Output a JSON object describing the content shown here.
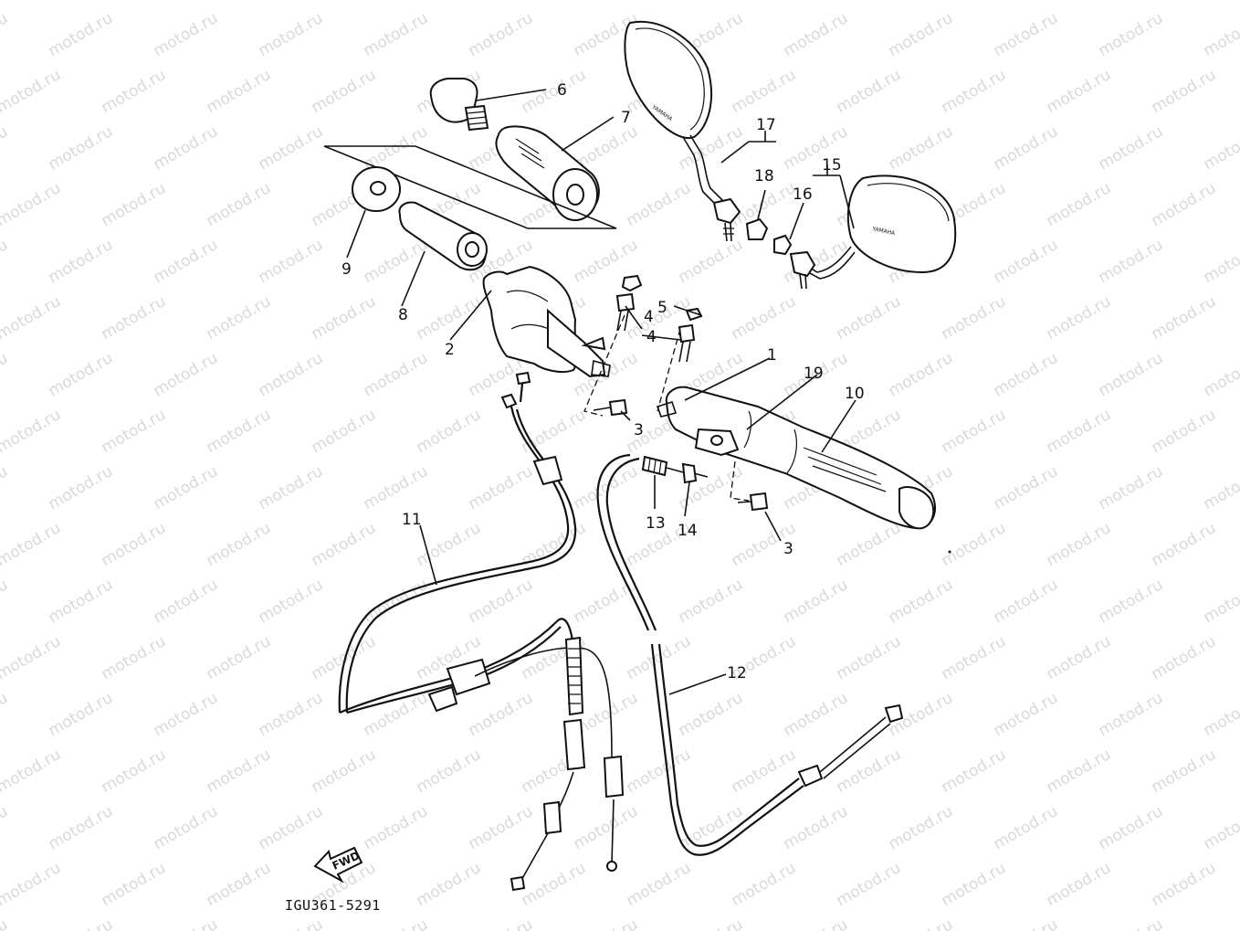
{
  "watermark": {
    "text": "motod.ru",
    "color": "#d9d9d9"
  },
  "callouts": [
    {
      "id": "c1",
      "text": "1"
    },
    {
      "id": "c2",
      "text": "2"
    },
    {
      "id": "c3a",
      "text": "3"
    },
    {
      "id": "c3b",
      "text": "3"
    },
    {
      "id": "c4a",
      "text": "4"
    },
    {
      "id": "c4b",
      "text": "4"
    },
    {
      "id": "c5",
      "text": "5"
    },
    {
      "id": "c6",
      "text": "6"
    },
    {
      "id": "c7",
      "text": "7"
    },
    {
      "id": "c8",
      "text": "8"
    },
    {
      "id": "c9",
      "text": "9"
    },
    {
      "id": "c10",
      "text": "10"
    },
    {
      "id": "c11",
      "text": "11"
    },
    {
      "id": "c12",
      "text": "12"
    },
    {
      "id": "c13",
      "text": "13"
    },
    {
      "id": "c14",
      "text": "14"
    },
    {
      "id": "c15",
      "text": "15"
    },
    {
      "id": "c16",
      "text": "16"
    },
    {
      "id": "c17",
      "text": "17"
    },
    {
      "id": "c18",
      "text": "18"
    },
    {
      "id": "c19",
      "text": "19"
    }
  ],
  "fwd_arrow": {
    "text": "FWD"
  },
  "drawing_code": "IGU361-5291",
  "colors": {
    "ink": "#111111",
    "background": "#ffffff"
  }
}
